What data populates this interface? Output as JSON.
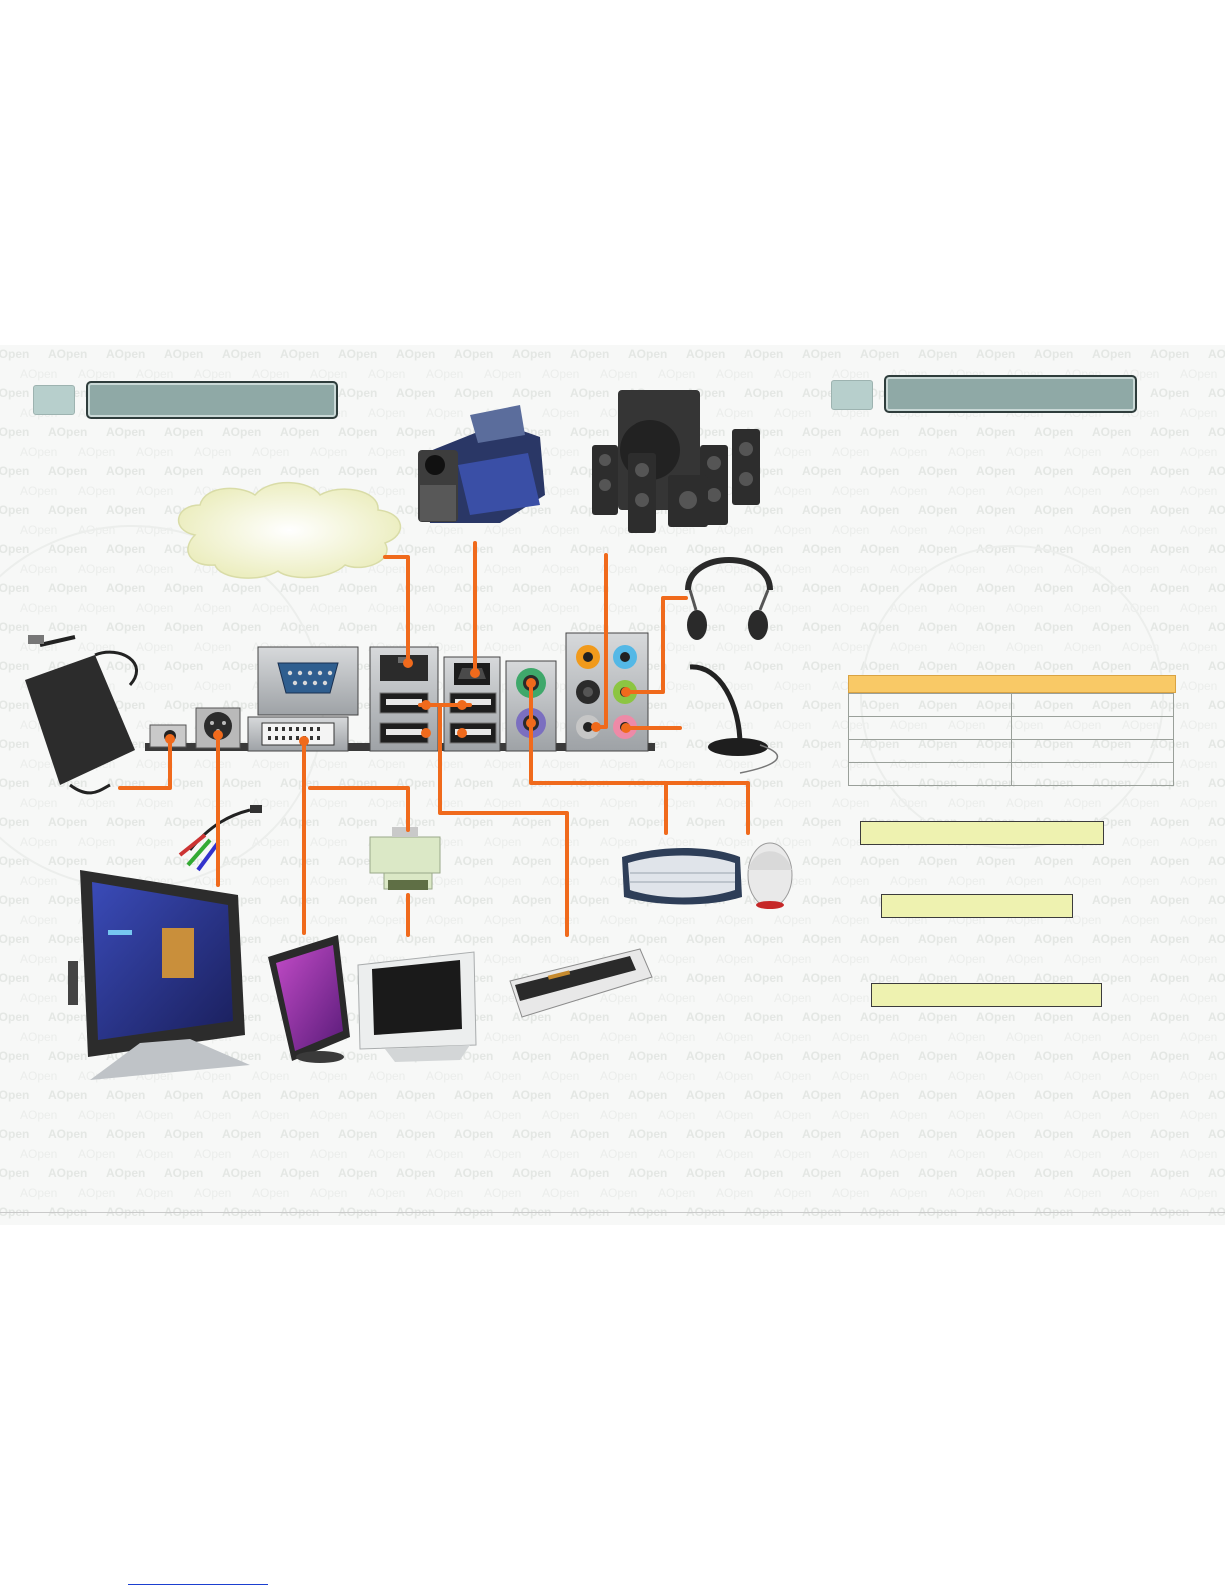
{
  "watermark": {
    "brand": "AOpen"
  },
  "sections": [
    {
      "id": "left",
      "number": "",
      "title": ""
    },
    {
      "id": "right",
      "number": "",
      "title": ""
    }
  ],
  "cloud": {
    "label": ""
  },
  "legend": {
    "header": "",
    "rows": [
      [
        "",
        ""
      ],
      [
        "",
        ""
      ],
      [
        "",
        ""
      ],
      [
        "",
        ""
      ]
    ]
  },
  "notes": [
    "",
    "",
    ""
  ],
  "colors": {
    "wire": "#f06a1c",
    "watermark": "#e4e7e4",
    "section_bar": "#8fa9a6",
    "legend_header": "#f9c966",
    "note_fill": "#eef2b0",
    "ps2_keyboard": "#7b6fc0",
    "ps2_mouse": "#3fa86b",
    "audio_orange": "#f19a1b",
    "audio_blue": "#54b8e6",
    "audio_green": "#8cc542",
    "audio_pink": "#ee8aa7",
    "audio_gray": "#c6c6c6",
    "audio_black": "#2b2b2b"
  },
  "devices": [
    {
      "name": "camcorder",
      "icon": "camcorder-icon"
    },
    {
      "name": "speakers",
      "icon": "speaker-system-icon"
    },
    {
      "name": "headphones",
      "icon": "headphones-icon"
    },
    {
      "name": "microphone",
      "icon": "microphone-icon"
    },
    {
      "name": "power adapter",
      "icon": "power-adapter-icon"
    },
    {
      "name": "component video cable",
      "icon": "av-cable-icon"
    },
    {
      "name": "flat panel TV",
      "icon": "tv-icon"
    },
    {
      "name": "LCD monitor",
      "icon": "lcd-monitor-icon"
    },
    {
      "name": "DVI-VGA adapter",
      "icon": "dvi-adapter-icon"
    },
    {
      "name": "CRT monitor",
      "icon": "crt-monitor-icon"
    },
    {
      "name": "card reader",
      "icon": "card-reader-icon"
    },
    {
      "name": "keyboard",
      "icon": "keyboard-icon"
    },
    {
      "name": "mouse",
      "icon": "mouse-icon"
    }
  ]
}
